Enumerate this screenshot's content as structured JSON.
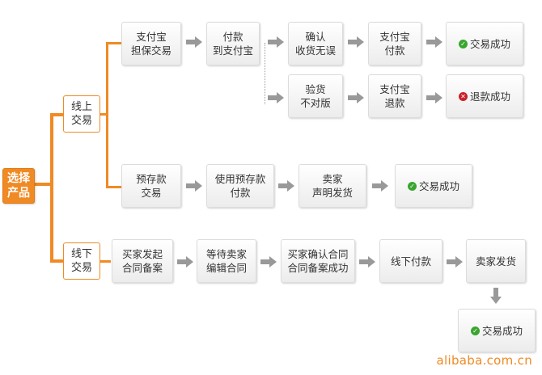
{
  "root": "选择\n产品",
  "branches": {
    "online": {
      "label": "线上\n交易",
      "path1": [
        "支付宝\n担保交易",
        "付款\n到支付宝",
        "确认\n收货无误",
        "支付宝\n付款",
        "交易成功"
      ],
      "path2": [
        "验货\n不对版",
        "支付宝\n退款",
        "退款成功"
      ]
    },
    "prepaid": [
      "预存款\n交易",
      "使用预存款\n付款",
      "卖家\n声明发货",
      "交易成功"
    ],
    "offline": {
      "label": "线下\n交易",
      "steps": [
        "买家发起\n合同备案",
        "等待卖家\n编辑合同",
        "买家确认合同\n合同备案成功",
        "线下付款",
        "卖家发货",
        "交易成功"
      ]
    }
  },
  "watermark": "alibaba.com.cn",
  "colors": {
    "accent": "#f08a24",
    "success": "#3aa630",
    "refund": "#c8202a"
  }
}
